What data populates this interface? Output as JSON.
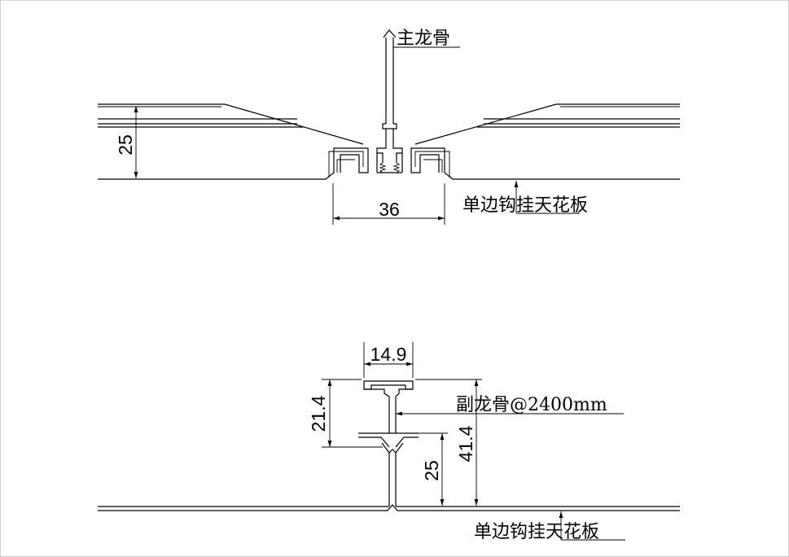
{
  "top_section": {
    "main_keel_label": "主龙骨",
    "panel_label": "单边钩挂天花板",
    "dim_thickness": "25",
    "dim_width": "36"
  },
  "bottom_section": {
    "sub_keel_label": "副龙骨@2400mm",
    "panel_label": "单边钩挂天花板",
    "dim_top_width": "14.9",
    "dim_left_height": "21.4",
    "dim_right_height": "41.4",
    "dim_panel_height": "25"
  }
}
